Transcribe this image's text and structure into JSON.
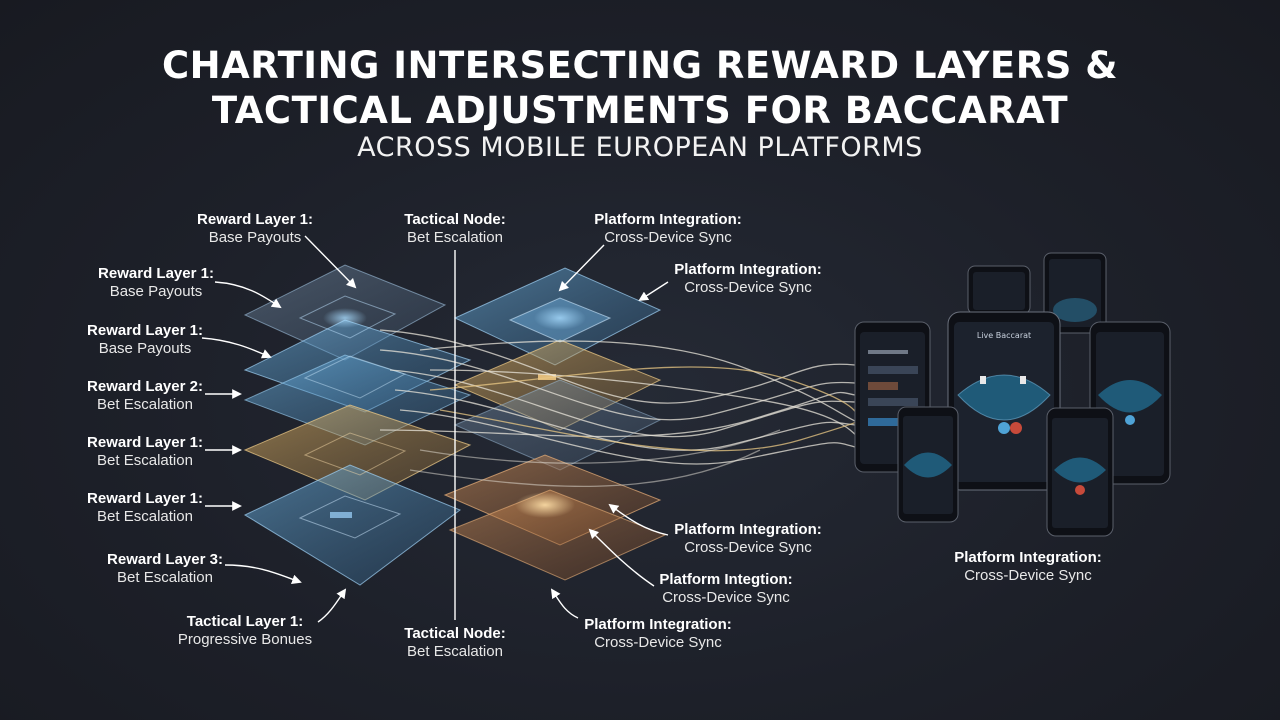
{
  "title": {
    "line1": "CHARTING INTERSECTING REWARD LAYERS &",
    "line2": "TACTICAL ADJUSTMENTS FOR BACCARAT",
    "subtitle": "ACROSS MOBILE EUROPEAN PLATFORMS"
  },
  "labels": {
    "l_top_reward": {
      "title": "Reward Layer 1:",
      "sub": "Base Payouts"
    },
    "l_reward_a": {
      "title": "Reward Layer 1:",
      "sub": "Base Payouts"
    },
    "l_reward_b": {
      "title": "Reward Layer 1:",
      "sub": "Base Payouts"
    },
    "l_reward_c": {
      "title": "Reward Layer 2:",
      "sub": "Bet Escalation"
    },
    "l_reward_d": {
      "title": "Reward Layer 1:",
      "sub": "Bet Escalation"
    },
    "l_reward_e": {
      "title": "Reward Layer 1:",
      "sub": "Bet Escalation"
    },
    "l_reward_f": {
      "title": "Reward Layer 3:",
      "sub": "Bet Escalation"
    },
    "l_tactical_layer": {
      "title": "Tactical Layer 1:",
      "sub": "Progressive Bonues"
    },
    "l_tactical_top": {
      "title": "Tactical Node:",
      "sub": "Bet Escalation"
    },
    "l_tactical_bottom": {
      "title": "Tactical Node:",
      "sub": "Bet Escalation"
    },
    "l_platform_top": {
      "title": "Platform Integration:",
      "sub": "Cross-Device Sync"
    },
    "l_platform_2": {
      "title": "Platform Integration:",
      "sub": "Cross-Device Sync"
    },
    "l_platform_3": {
      "title": "Platform Integration:",
      "sub": "Cross-Device Sync"
    },
    "l_platform_4": {
      "title": "Platform Integtion:",
      "sub": "Cross-Device Sync"
    },
    "l_platform_5": {
      "title": "Platform Integration:",
      "sub": "Cross-Device Sync"
    },
    "l_platform_phones": {
      "title": "Platform Integration:",
      "sub": "Cross-Device Sync"
    }
  },
  "phone_screen_text": "Live Baccarat",
  "colors": {
    "background": "#1c1f27",
    "layer_blue": "#5fa8d8",
    "layer_gold": "#d9a85a",
    "flow_line": "#e8e4da",
    "text": "#ffffff"
  }
}
